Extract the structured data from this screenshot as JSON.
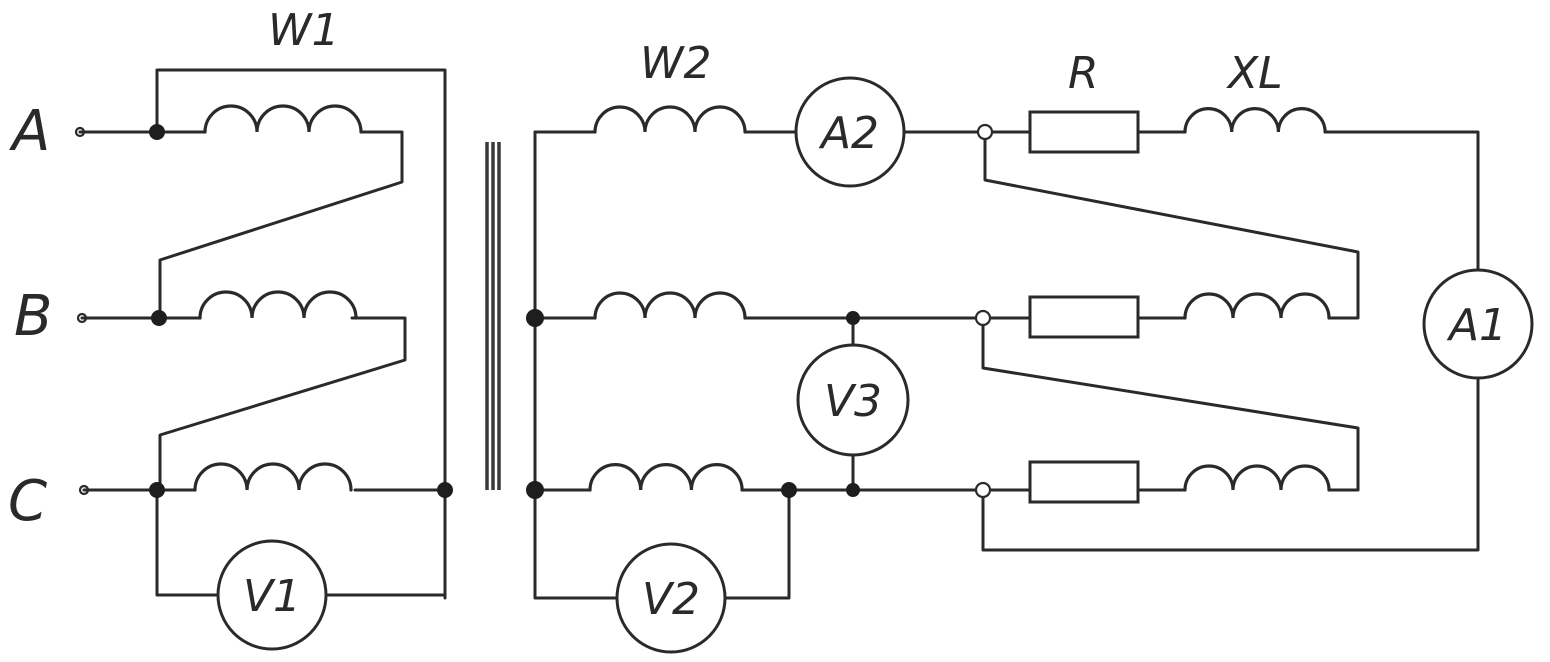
{
  "labels": {
    "phase_a": "A",
    "phase_b": "B",
    "phase_c": "C",
    "primary_winding": "W1",
    "secondary_winding": "W2",
    "resistor": "R",
    "inductor": "XL"
  },
  "meters": {
    "a1": "A1",
    "a2": "A2",
    "v1": "V1",
    "v2": "V2",
    "v3": "V3"
  }
}
